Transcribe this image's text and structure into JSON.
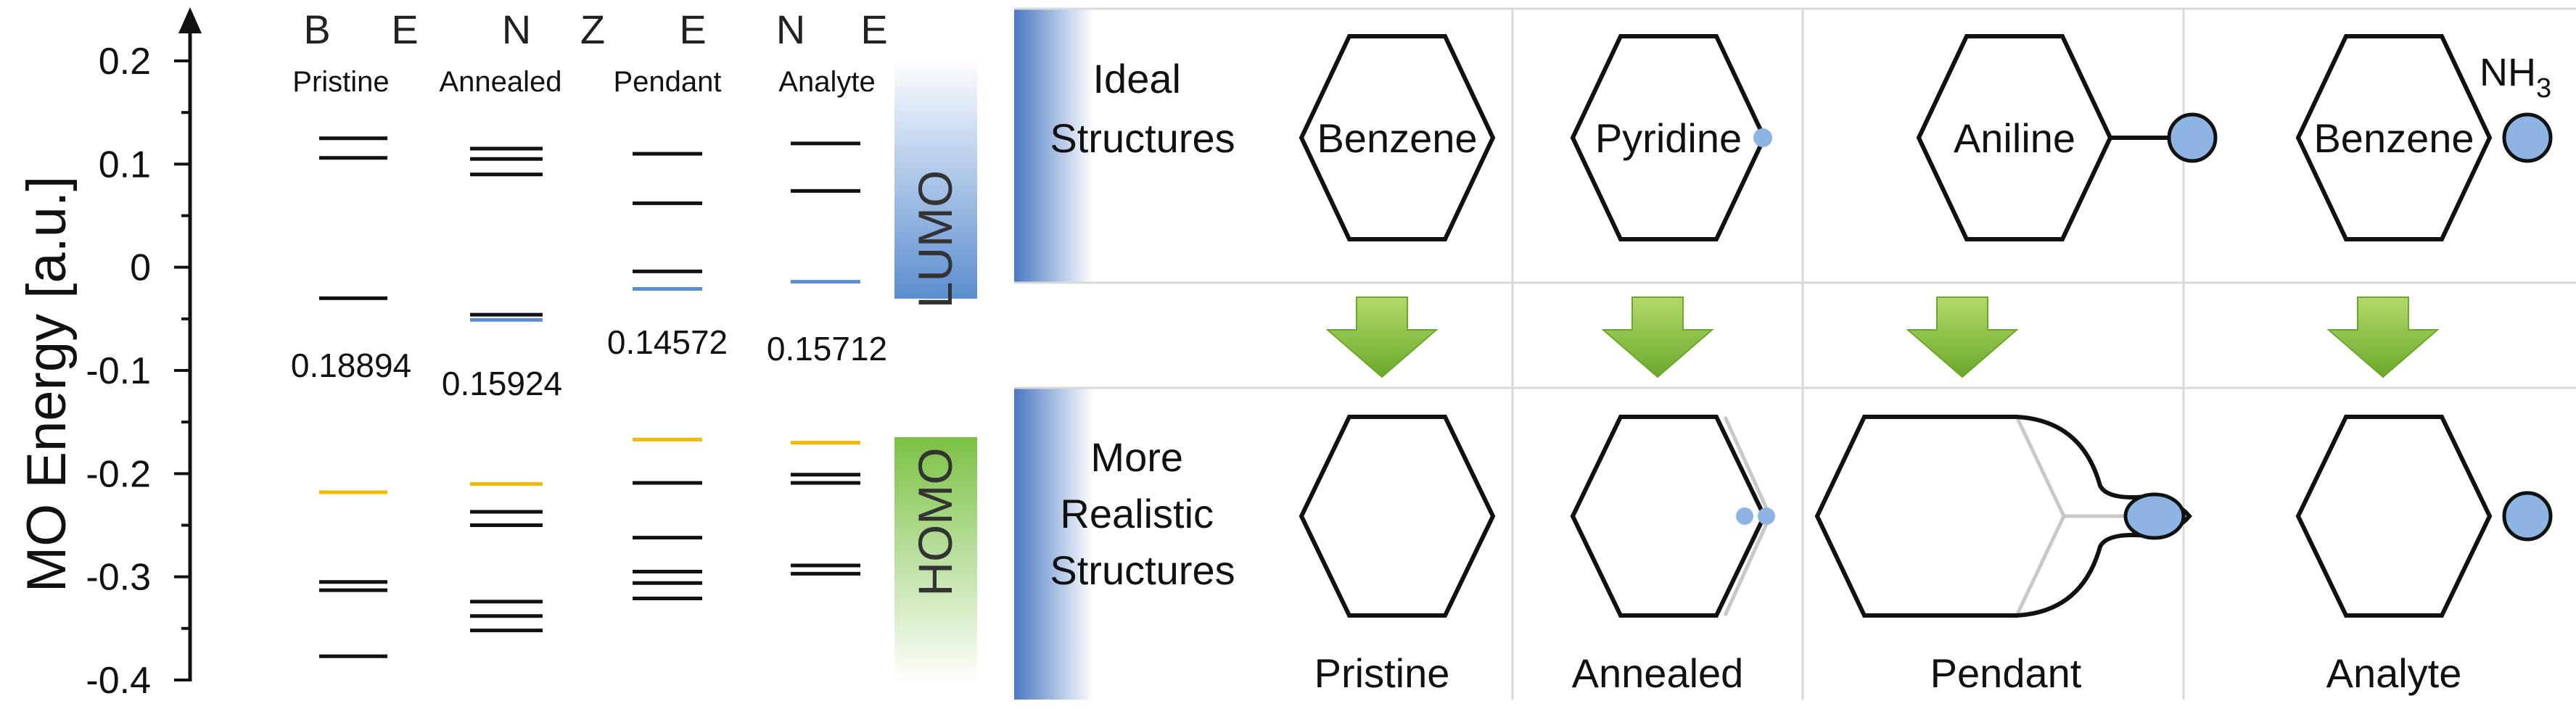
{
  "energy_panel": {
    "y_axis_label": "MO Energy [a.u.]",
    "y_ticks": [
      "0.2",
      "0.1",
      "0",
      "-0.1",
      "-0.2",
      "-0.3",
      "-0.4"
    ],
    "title_letters": [
      "B",
      "E",
      "N",
      "Z",
      "E",
      "N",
      "E"
    ],
    "columns": [
      {
        "label": "Pristine",
        "gap": "0.18894"
      },
      {
        "label": "Annealed",
        "gap": "0.15924"
      },
      {
        "label": "Pendant",
        "gap": "0.14572"
      },
      {
        "label": "Analyte",
        "gap": "0.15712"
      }
    ],
    "lumo_label": "LUMO",
    "homo_label": "HOMO"
  },
  "chart_data": {
    "type": "energy-level-diagram",
    "ylabel": "MO Energy [a.u.]",
    "ylim": [
      -0.4,
      0.2
    ],
    "series": [
      {
        "name": "Pristine",
        "levels": [
          0.125,
          0.106,
          -0.03,
          -0.218,
          -0.305,
          -0.313,
          -0.377
        ],
        "gap": 0.18894
      },
      {
        "name": "Annealed",
        "levels": [
          0.115,
          0.105,
          0.09,
          -0.046,
          -0.051,
          -0.21,
          -0.237,
          -0.25,
          -0.324,
          -0.338,
          -0.352
        ],
        "gap": 0.15924
      },
      {
        "name": "Pendant",
        "levels": [
          0.11,
          0.062,
          -0.004,
          -0.021,
          -0.167,
          -0.209,
          -0.262,
          -0.295,
          -0.306,
          -0.321
        ],
        "gap": 0.14572
      },
      {
        "name": "Analyte",
        "levels": [
          0.12,
          0.074,
          -0.014,
          -0.17,
          -0.201,
          -0.209,
          -0.289,
          -0.297
        ],
        "gap": 0.15712
      }
    ],
    "level_colors": {
      "default": "#111111",
      "homo": "#f5b800",
      "lumo_highlight": "#5b8dd0"
    }
  },
  "structures": {
    "ideal_label": [
      "Ideal",
      "Structures"
    ],
    "realistic_label": [
      "More",
      "Realistic",
      "Structures"
    ],
    "ideal": [
      "Benzene",
      "Pyridine",
      "Aniline",
      "Benzene"
    ],
    "analyte_molecule": {
      "base": "NH",
      "subscript": "3"
    },
    "bottom_labels": [
      "Pristine",
      "Annealed",
      "Pendant",
      "Analyte"
    ]
  },
  "colors": {
    "atom_fill": "#8eb4e3",
    "atom_stroke": "#2f4f7a",
    "arrow": "#7ab52c",
    "lumo_box": "#5b8dd0",
    "homo_box": "#7ac143"
  }
}
